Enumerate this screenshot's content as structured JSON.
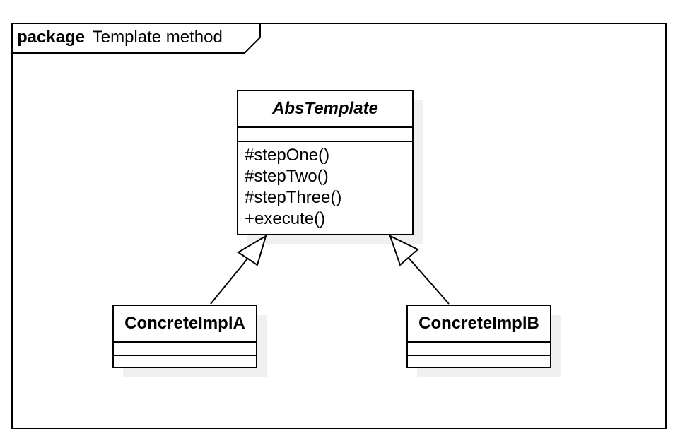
{
  "package": {
    "keyword": "package",
    "name": "Template method"
  },
  "classes": {
    "abs_template": {
      "name": "AbsTemplate",
      "abstract": true,
      "operations": [
        "#stepOne()",
        "#stepTwo()",
        "#stepThree()",
        "+execute()"
      ]
    },
    "concrete_a": {
      "name": "ConcreteImplA"
    },
    "concrete_b": {
      "name": "ConcreteImplB"
    }
  },
  "relationships": [
    {
      "type": "generalization",
      "from": "ConcreteImplA",
      "to": "AbsTemplate"
    },
    {
      "type": "generalization",
      "from": "ConcreteImplB",
      "to": "AbsTemplate"
    }
  ]
}
